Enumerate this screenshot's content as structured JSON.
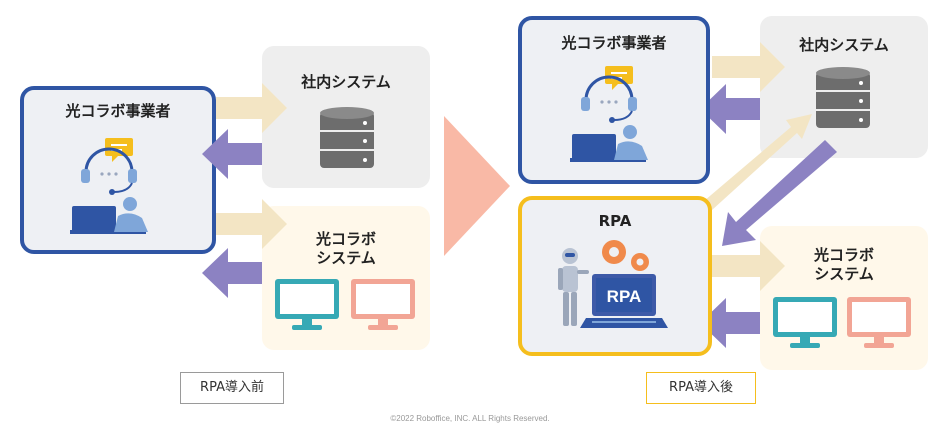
{
  "before": {
    "operator_label": "光コラボ事業者",
    "internal_system_label": "社内システム",
    "hikari_system_label": "光コラボ\nシステム",
    "caption": "RPA導入前"
  },
  "after": {
    "operator_label": "光コラボ事業者",
    "internal_system_label": "社内システム",
    "rpa_label": "RPA",
    "rpa_screen_text": "RPA",
    "hikari_system_label": "光コラボ\nシステム",
    "caption": "RPA導入後"
  },
  "copyright": "©2022 Roboffice, INC. ALL Rights Reserved.",
  "colors": {
    "operator_border": "#2F55A4",
    "rpa_border": "#F5BE1D",
    "gray_panel": "#EEEEEE",
    "cream_panel": "#FFF8EA",
    "arrow_beige": "#F3E5C4",
    "arrow_purple": "#8C82C2",
    "arrow_salmon": "#F9B9A6",
    "monitor_teal": "#36A9B5",
    "monitor_pink": "#F2A595"
  }
}
